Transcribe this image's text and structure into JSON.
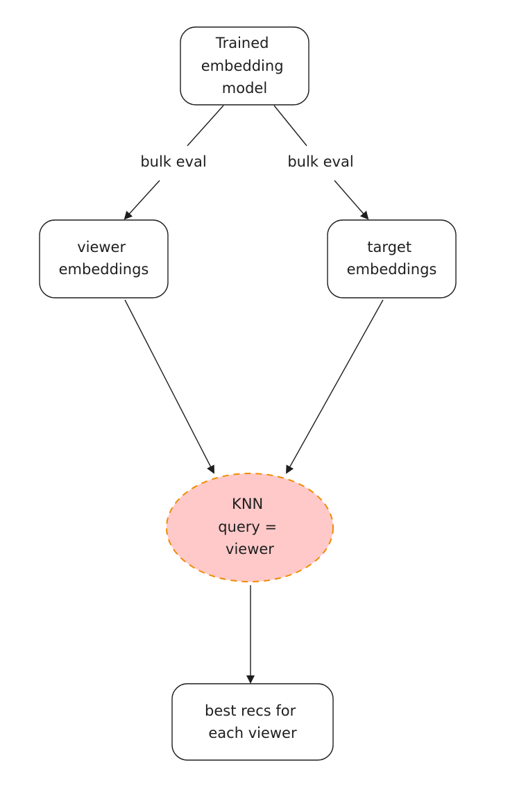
{
  "nodes": {
    "model": {
      "lines": [
        "Trained",
        "embedding",
        "model"
      ]
    },
    "viewer": {
      "lines": [
        "viewer",
        "embeddings"
      ]
    },
    "target": {
      "lines": [
        "target",
        "embeddings"
      ]
    },
    "knn": {
      "lines": [
        "KNN",
        "query =",
        "viewer"
      ]
    },
    "recs": {
      "lines": [
        "best recs for",
        "each viewer"
      ]
    }
  },
  "edges": {
    "left": {
      "label": "bulk eval"
    },
    "right": {
      "label": "bulk eval"
    }
  },
  "colors": {
    "stroke": "#1e1e1e",
    "knn_fill": "#ffc9c9",
    "knn_stroke": "#f08c00"
  }
}
